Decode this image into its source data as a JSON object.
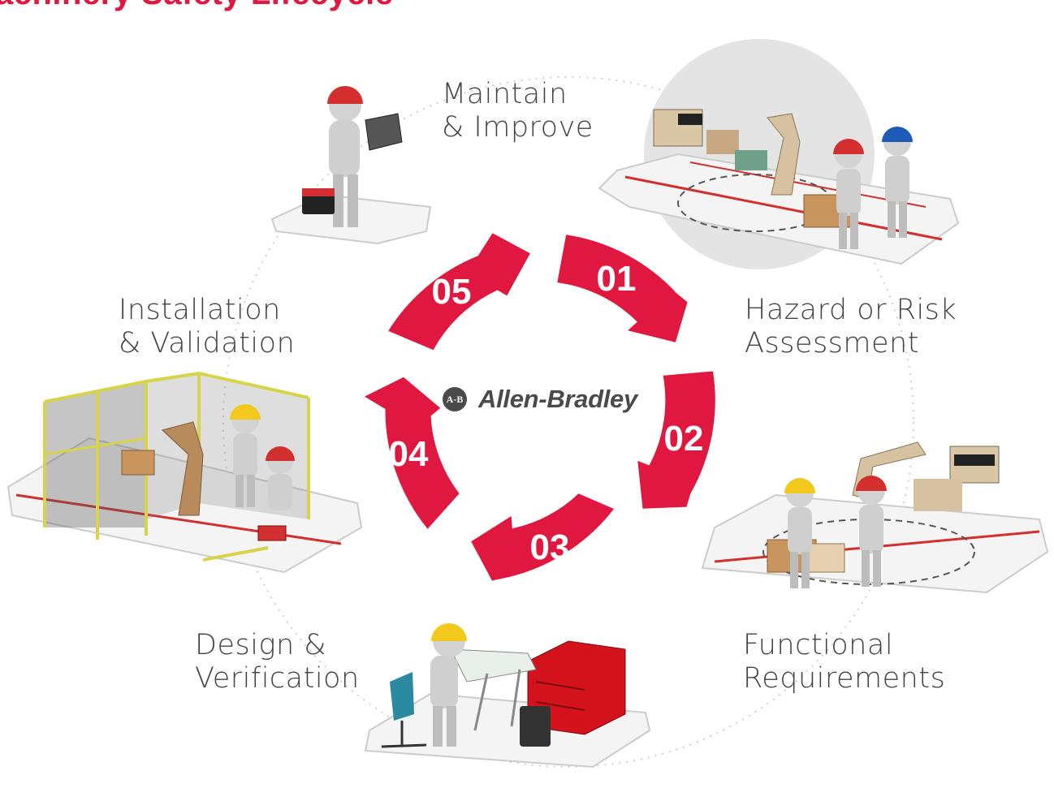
{
  "title": "achinery Safety Lifecycle",
  "brand": {
    "mark": "A-B",
    "name": "Allen-Bradley"
  },
  "colors": {
    "accent": "#e0173f",
    "text": "#444444",
    "platform": "#f2f2f2",
    "highlight": "#e4e4e4"
  },
  "steps": [
    {
      "number": "01",
      "line1": "Hazard or Risk",
      "line2": "Assessment"
    },
    {
      "number": "02",
      "line1": "Functional",
      "line2": "Requirements"
    },
    {
      "number": "03",
      "line1": "Design &",
      "line2": "Verification"
    },
    {
      "number": "04",
      "line1": "Installation",
      "line2": "& Validation"
    },
    {
      "number": "05",
      "line1": "Maintain",
      "line2": "& Improve"
    }
  ],
  "illustrations": [
    "risk-assessment-workcell-illustration",
    "functional-requirements-workcell-illustration",
    "design-drafting-desk-illustration",
    "installation-fenced-robot-cell-illustration",
    "maintenance-worker-laptop-illustration"
  ]
}
